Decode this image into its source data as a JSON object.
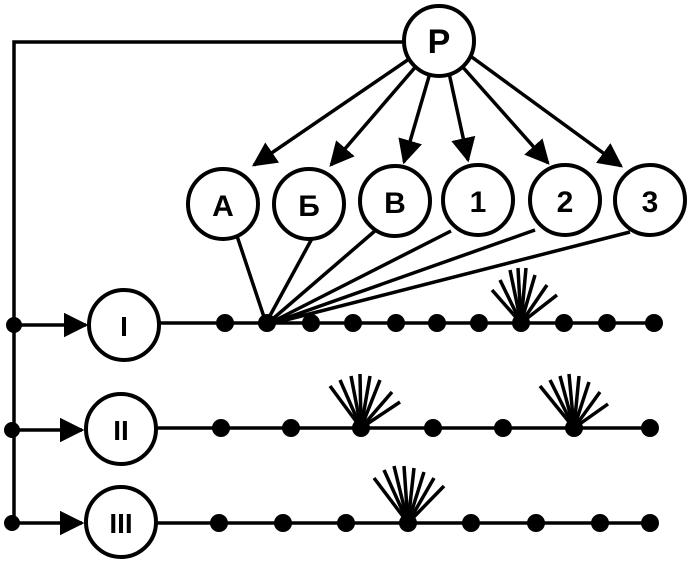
{
  "diagram": {
    "root": {
      "id": "P",
      "label": "Р"
    },
    "targets": [
      {
        "id": "A",
        "label": "А"
      },
      {
        "id": "B",
        "label": "Б"
      },
      {
        "id": "V",
        "label": "В"
      },
      {
        "id": "one",
        "label": "1"
      },
      {
        "id": "two",
        "label": "2"
      },
      {
        "id": "three",
        "label": "3"
      }
    ],
    "rows": [
      {
        "id": "I",
        "label": "I"
      },
      {
        "id": "II",
        "label": "II"
      },
      {
        "id": "III",
        "label": "III"
      }
    ],
    "colors": {
      "ink": "#000000",
      "paper": "#ffffff"
    }
  }
}
